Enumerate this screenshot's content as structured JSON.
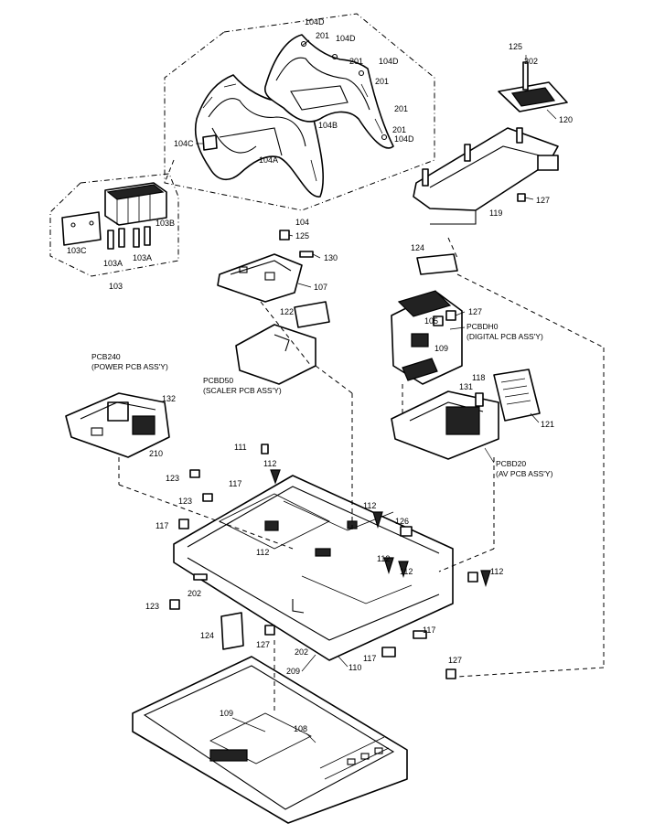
{
  "labels": {
    "l104d_1": "104D",
    "l201_1": "201",
    "l104d_2": "104D",
    "l201_2": "201",
    "l104d_3": "104D",
    "l201_3": "201",
    "l201_4": "201",
    "l201_5": "201",
    "l104d_4": "104D",
    "l104b": "104B",
    "l104c": "104C",
    "l104a": "104A",
    "l104": "104",
    "l125a": "125",
    "l202a": "202",
    "l120": "120",
    "l127a": "127",
    "l119": "119",
    "l103b": "103B",
    "l103c": "103C",
    "l103a_1": "103A",
    "l103a_2": "103A",
    "l103": "103",
    "l125b": "125",
    "l130": "130",
    "l107": "107",
    "l122": "122",
    "l124a": "124",
    "l127b": "127",
    "l105": "105",
    "l109": "109",
    "pcbdh0": "PCBDH0",
    "pcbdh0_desc": "(DIGITAL PCB ASS'Y)",
    "pcb240": "PCB240",
    "pcb240_desc": "(POWER PCB ASS'Y)",
    "pcbd50": "PCBD50",
    "pcbd50_desc": "(SCALER PCB ASS'Y)",
    "l132": "132",
    "l210": "210",
    "l131": "131",
    "l118": "118",
    "l121": "121",
    "pcbd20": "PCBD20",
    "pcbd20_desc": "(AV PCB ASS'Y)",
    "l111": "111",
    "l112a": "112",
    "l123a": "123",
    "l117a": "117",
    "l123b": "123",
    "l117b": "117",
    "l112b": "112",
    "l126": "126",
    "l112c": "112",
    "l112d": "112",
    "l112e": "112",
    "l112f": "112",
    "l202b": "202",
    "l123c": "123",
    "l124b": "124",
    "l127c": "127",
    "l202c": "202",
    "l209": "209",
    "l110": "110",
    "l117c": "117",
    "l117d": "117",
    "l127d": "127",
    "l109b": "109",
    "l108": "108"
  }
}
